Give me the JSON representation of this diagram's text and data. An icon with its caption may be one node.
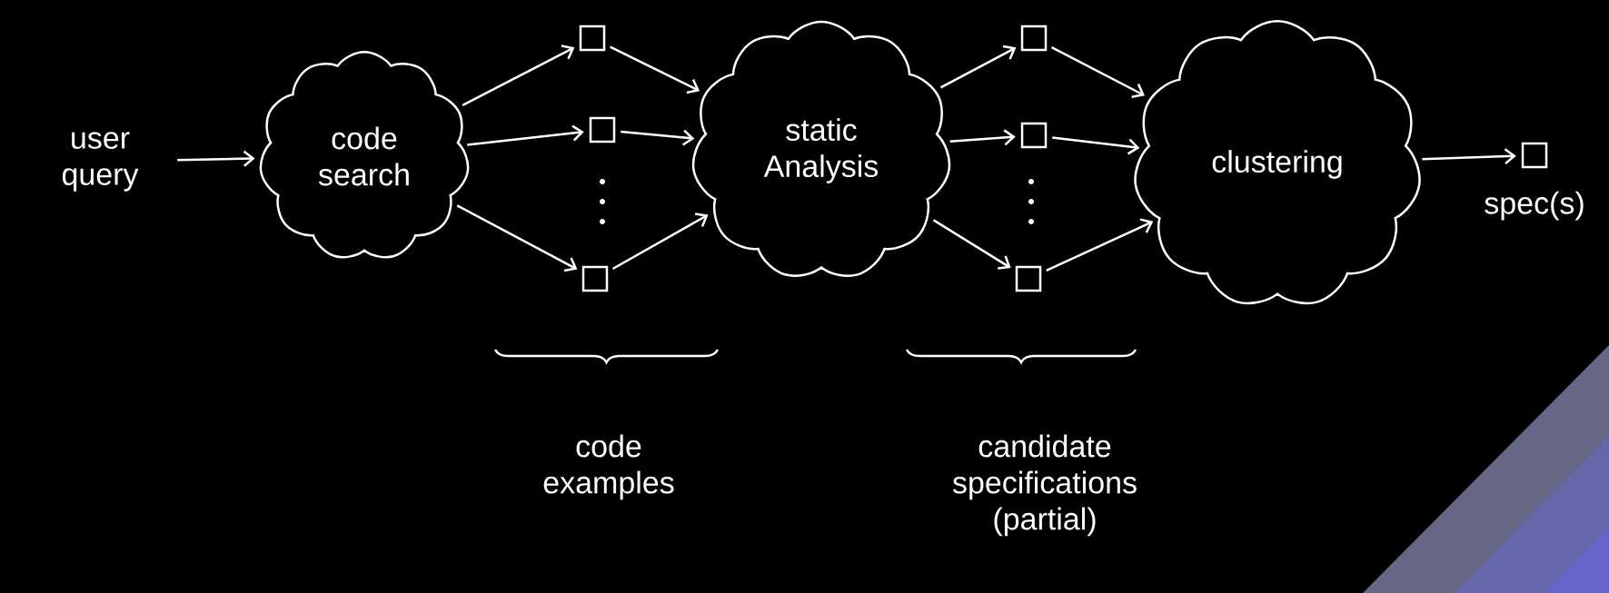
{
  "diagram": {
    "nodes": [
      {
        "text": [
          "user query"
        ]
      },
      {
        "text": [
          "code search"
        ]
      },
      {
        "text": [],
        "shape": "box"
      },
      {
        "text": [],
        "shape": "box"
      },
      {
        "text": [],
        "shape": "box"
      },
      {
        "text": [
          "static Analysis"
        ]
      },
      {
        "text": [],
        "shape": "box"
      },
      {
        "text": [],
        "shape": "box"
      },
      {
        "text": [],
        "shape": "box"
      },
      {
        "text": [
          "clustering"
        ]
      },
      {
        "text": [],
        "shape": "box",
        "beside": [
          "spec(s)"
        ]
      }
    ],
    "edges": [
      {
        "from": 0,
        "to": 1,
        "arrow": "to"
      },
      {
        "from": 1,
        "to": 2,
        "arrow": "to"
      },
      {
        "from": 1,
        "to": 3,
        "arrow": "to"
      },
      {
        "from": 1,
        "to": 4,
        "arrow": "to"
      },
      {
        "from": 2,
        "to": 5,
        "arrow": "to"
      },
      {
        "from": 3,
        "to": 5,
        "arrow": "to"
      },
      {
        "from": 4,
        "to": 5,
        "arrow": "to"
      },
      {
        "from": 5,
        "to": 6,
        "arrow": "to"
      },
      {
        "from": 5,
        "to": 7,
        "arrow": "to"
      },
      {
        "from": 5,
        "to": 8,
        "arrow": "to"
      },
      {
        "from": 6,
        "to": 9,
        "arrow": "to"
      },
      {
        "from": 7,
        "to": 9,
        "arrow": "to"
      },
      {
        "from": 8,
        "to": 9,
        "arrow": "to"
      },
      {
        "from": 9,
        "to": 10,
        "arrow": "to"
      }
    ],
    "labels": [
      "code examples",
      "candidate specifications (partial)"
    ]
  }
}
